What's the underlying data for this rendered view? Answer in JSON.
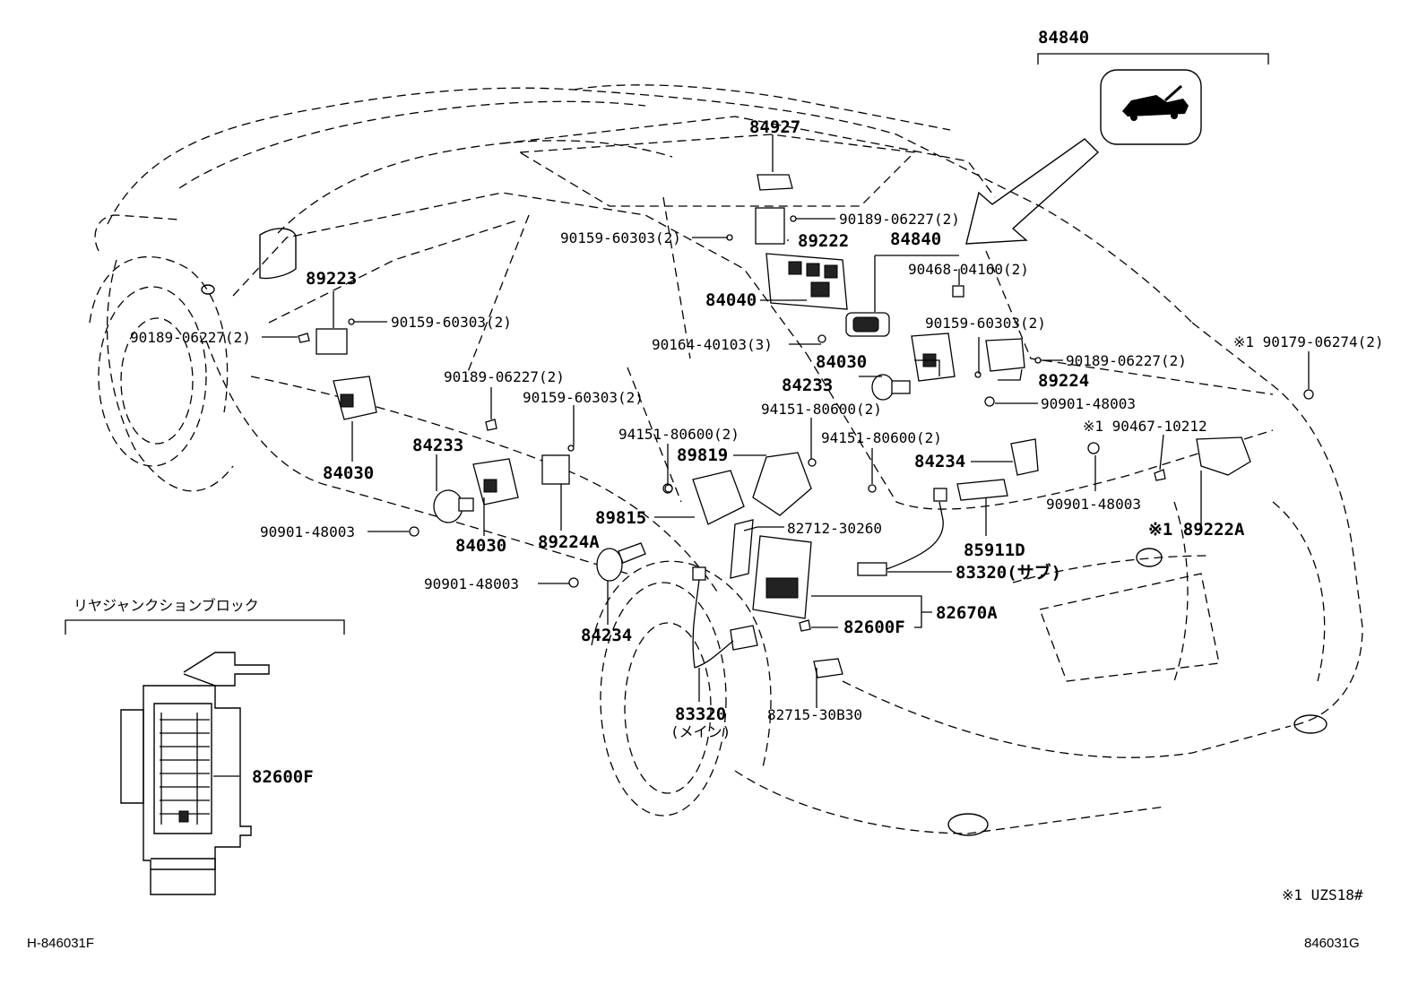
{
  "header": {
    "group_code": "84840"
  },
  "labels": {
    "p84927": "84927",
    "p90189_06227_top": "90189-06227(2)",
    "p90159_60303_top": "90159-60303(2)",
    "p89222": "89222",
    "p84840_mid": "84840",
    "p90468_04160": "90468-04160(2)",
    "p84040": "84040",
    "p90164_40103": "90164-40103(3)",
    "p89223": "89223",
    "p90159_60303_left": "90159-60303(2)",
    "p90189_06227_left": "90189-06227(2)",
    "p90189_06227_mid": "90189-06227(2)",
    "p84030_left": "84030",
    "p84233_left": "84233",
    "p90159_60303_mid": "90159-60303(2)",
    "p94151_80600_a": "94151-80600(2)",
    "p84030_right": "84030",
    "p84233_right": "84233",
    "p94151_80600_b": "94151-80600(2)",
    "p90159_60303_right": "90159-60303(2)",
    "p90189_06227_right": "90189-06227(2)",
    "p89224": "89224",
    "p90901_48003_right": "90901-48003",
    "p90179_06274": "※1 90179-06274(2)",
    "p90467_10212": "※1 90467-10212",
    "p89819": "89819",
    "p94151_80600_c": "94151-80600(2)",
    "p84234_right": "84234",
    "p90901_48003_r2": "90901-48003",
    "p89815": "89815",
    "p82712_30260": "82712-30260",
    "p89222A": "※1 89222A",
    "p85911D": "85911D",
    "p90901_48003_left": "90901-48003",
    "p84030_bottom": "84030",
    "p89224A": "89224A",
    "p83320_sub": "83320(サブ)",
    "p90901_48003_low": "90901-48003",
    "p82670A": "82670A",
    "p84234_left": "84234",
    "p82600F": "82600F",
    "p83320_main": "83320",
    "p83320_main_note": "(メイン)",
    "p82715_30B30": "82715-30B30",
    "p82600F_inset": "82600F"
  },
  "inset": {
    "title": "リヤジャンクションブロック"
  },
  "footer": {
    "left_code": "H-846031F",
    "right_code": "846031G",
    "note": "※1 UZS18#"
  },
  "icons": [
    "trunk-open-icon"
  ],
  "colors": {
    "ink": "#000000",
    "paper": "#ffffff"
  }
}
